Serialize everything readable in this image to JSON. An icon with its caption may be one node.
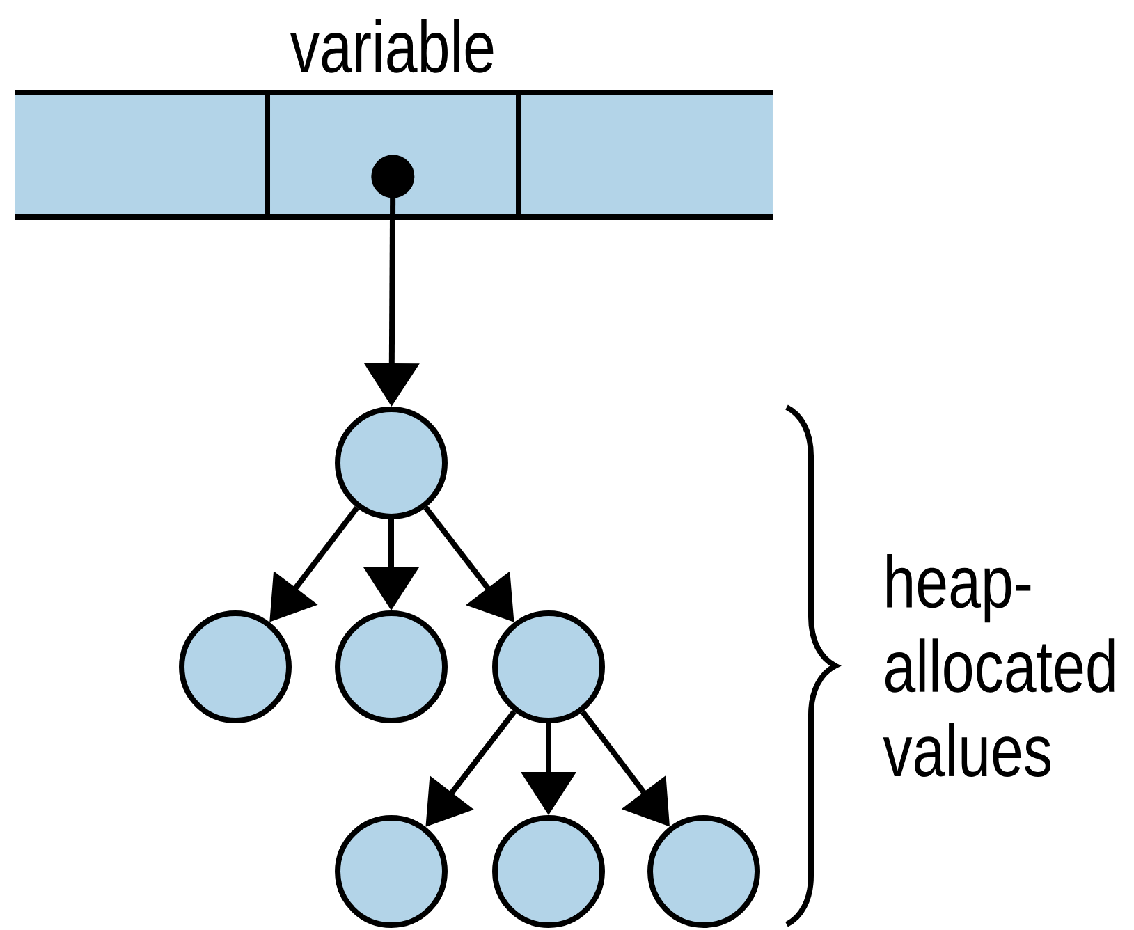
{
  "diagram": {
    "nodes": [
      {
        "text": [],
        "shape": "box"
      },
      {
        "text": [
          "variable"
        ]
      },
      {
        "text": [],
        "shape": "box"
      },
      {
        "text": [],
        "shape": "circle"
      },
      {
        "text": [],
        "shape": "circle"
      },
      {
        "text": [],
        "shape": "circle"
      },
      {
        "text": [],
        "shape": "circle"
      },
      {
        "text": [],
        "shape": "circle"
      },
      {
        "text": [],
        "shape": "circle"
      },
      {
        "text": [],
        "shape": "circle"
      }
    ],
    "edges": [
      {
        "from": 1,
        "to": 3,
        "arrow": "to"
      },
      {
        "from": 3,
        "to": 4,
        "arrow": "to"
      },
      {
        "from": 3,
        "to": 5,
        "arrow": "to"
      },
      {
        "from": 3,
        "to": 6,
        "arrow": "to"
      },
      {
        "from": 6,
        "to": 7,
        "arrow": "to"
      },
      {
        "from": 6,
        "to": 8,
        "arrow": "to"
      },
      {
        "from": 6,
        "to": 9,
        "arrow": "to"
      }
    ],
    "labels": [
      "heap- allocated values"
    ]
  }
}
